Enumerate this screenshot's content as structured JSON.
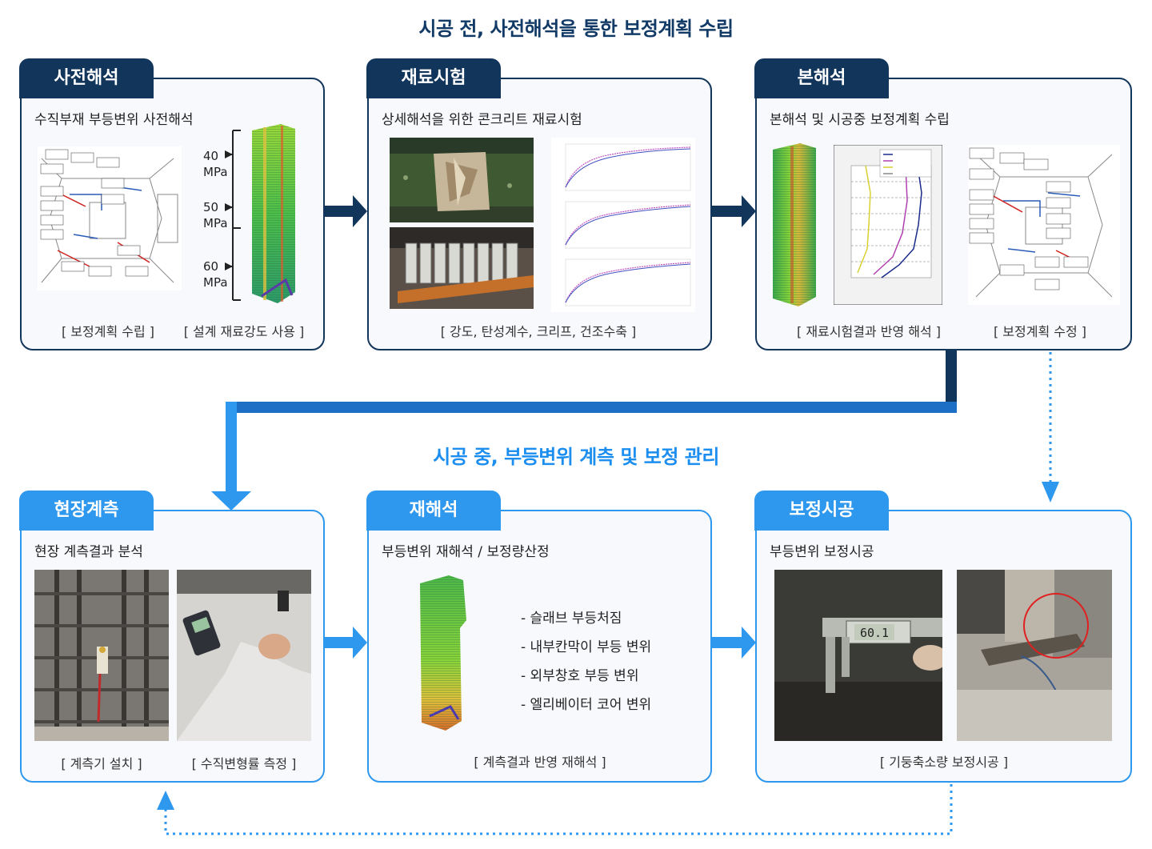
{
  "titles": {
    "top": "시공 전, 사전해석을 통한 보정계획 수립",
    "mid": "시공 중, 부등변위 계측 및 보정 관리"
  },
  "cards": {
    "pre_analysis": {
      "tab": "사전해석",
      "subtitle": "수직부재 부등변위 사전해석",
      "captions": [
        "[ 보정계획 수립 ]",
        "[ 설계 재료강도 사용 ]"
      ],
      "strength_labels": [
        {
          "value": "40",
          "unit": "MPa"
        },
        {
          "value": "50",
          "unit": "MPa"
        },
        {
          "value": "60",
          "unit": "MPa"
        }
      ]
    },
    "material_test": {
      "tab": "재료시험",
      "subtitle": "상세해석을 위한 콘크리트 재료시험",
      "captions": [
        "[ 강도, 탄성계수, 크리프, 건조수축 ]"
      ]
    },
    "main_analysis": {
      "tab": "본해석",
      "subtitle": "본해석 및 시공중 보정계획 수립",
      "captions": [
        "[ 재료시험결과 반영 해석 ]",
        "[ 보정계획 수정 ]"
      ]
    },
    "field_measure": {
      "tab": "현장계측",
      "subtitle": "현장 계측결과 분석",
      "captions": [
        "[ 계측기 설치 ]",
        "[ 수직변형률 측정 ]"
      ]
    },
    "reanalysis": {
      "tab": "재해석",
      "subtitle": "부등변위 재해석 / 보정량산정",
      "bullets": [
        "- 슬래브 부등처짐",
        "- 내부칸막이 부등 변위",
        "- 외부창호 부등 변위",
        "- 엘리베이터 코어 변위"
      ],
      "captions": [
        "[ 계측결과 반영 재해석 ]"
      ]
    },
    "correction": {
      "tab": "보정시공",
      "subtitle": "부등변위 보정시공",
      "captions": [
        "[ 기둥축소량 보정시공 ]"
      ],
      "caliper_reading": "60.1"
    }
  },
  "colors": {
    "dark_navy": "#12355c",
    "light_blue": "#2e97ee",
    "title_navy": "#123a66",
    "title_blue": "#1c8ef0"
  }
}
